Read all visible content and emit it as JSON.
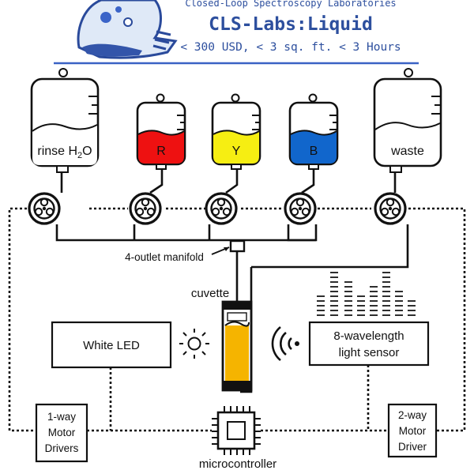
{
  "header": {
    "subtitle": "Closed-Loop Spectroscopy Laboratories",
    "title": "CLS-Labs:Liquid",
    "tagline": "< 300 USD, < 3 sq. ft. < 3 Hours"
  },
  "bags": {
    "rinse": {
      "label_main": "rinse H",
      "label_sub": "2",
      "label_end": "O"
    },
    "red": {
      "label": "R",
      "color": "#ee1111"
    },
    "yellow": {
      "label": "Y",
      "color": "#f6ee12"
    },
    "blue": {
      "label": "B",
      "color": "#1166cc"
    },
    "waste": {
      "label": "waste"
    }
  },
  "manifold_label": "4-outlet manifold",
  "cuvette": {
    "label": "cuvette",
    "liquid_color": "#f5b400"
  },
  "white_led": {
    "label": "White LED"
  },
  "sensor": {
    "label_line1": "8-wavelength",
    "label_line2": "light sensor"
  },
  "microcontroller": {
    "label": "microcontroller"
  },
  "drivers": {
    "one_way": {
      "line1": "1-way",
      "line2": "Motor",
      "line3": "Drivers"
    },
    "two_way": {
      "line1": "2-way",
      "line2": "Motor",
      "line3": "Driver"
    }
  },
  "colors": {
    "header_blue": "#2d4f9e",
    "rule_blue": "#3a62c4"
  }
}
